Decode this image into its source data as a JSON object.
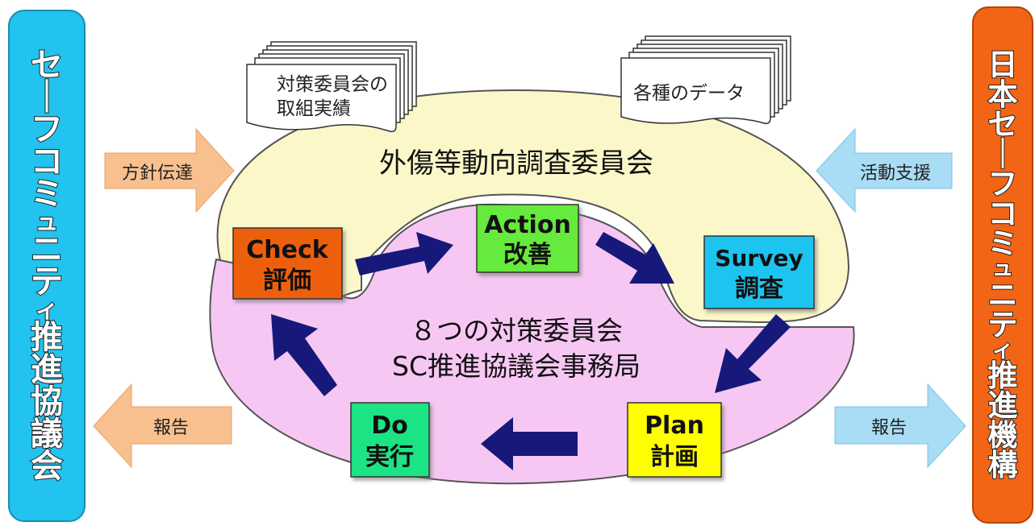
{
  "left_bar": {
    "label": "セーフコミュニティ推進協議会",
    "color": "#22c3ee"
  },
  "right_bar": {
    "label": "日本セーフコミュニティ推進機構",
    "color": "#f26516"
  },
  "outer_committee": {
    "label": "外傷等動向調査委員会",
    "color": "#fbf7c9"
  },
  "inner_committee": {
    "line1": "８つの対策委員会",
    "line2": "SC推進協議会事務局",
    "color": "#f7c7f3"
  },
  "documents": {
    "left": {
      "line1": "対策委員会の",
      "line2": "取組実績"
    },
    "right": {
      "label": "各種のデータ"
    }
  },
  "side_arrows": {
    "policy": {
      "label": "方針伝達",
      "color": "#f9c08f"
    },
    "support": {
      "label": "活動支援",
      "color": "#a9dcf5"
    },
    "report_left": {
      "label": "報告",
      "color": "#f9c08f"
    },
    "report_right": {
      "label": "報告",
      "color": "#a9dcf5"
    }
  },
  "cycle": {
    "check": {
      "en": "Check",
      "ja": "評価",
      "color": "#ee5e10"
    },
    "action": {
      "en": "Action",
      "ja": "改善",
      "color": "#66ea3c"
    },
    "survey": {
      "en": "Survey",
      "ja": "調査",
      "color": "#1ec4ef"
    },
    "plan": {
      "en": "Plan",
      "ja": "計画",
      "color": "#ffff00"
    },
    "do": {
      "en": "Do",
      "ja": "実行",
      "color": "#1fe384"
    },
    "arrow_color": "#17197a"
  }
}
